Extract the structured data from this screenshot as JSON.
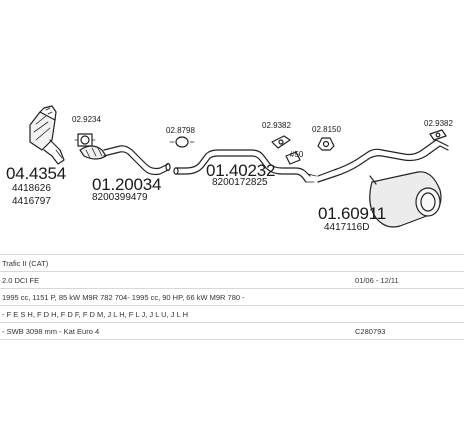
{
  "parts": {
    "p1": {
      "number": "04.4354",
      "oem": [
        "4418626",
        "4416797"
      ]
    },
    "p2": {
      "number": "01.20034",
      "oem": [
        "8200399479"
      ]
    },
    "p3": {
      "number": "01.40232",
      "oem": [
        "8200172825"
      ]
    },
    "p4": {
      "number": "01.60911",
      "oem": [
        "4417116D"
      ]
    }
  },
  "accessories": {
    "a1": "02.9234",
    "a2": "02.8798",
    "a3": "02.9382",
    "a4": "02.8150",
    "a5": "02.9382",
    "a6": "#50"
  },
  "spec_rows": [
    {
      "left": "Trafic II (CAT)",
      "right": ""
    },
    {
      "left": "2.0 DCI FE",
      "right": "01/06 - 12/11"
    },
    {
      "left": "1995 cc, 1151 P, 85 kW M9R 782 704- 1995 cc, 90 HP, 66 kW M9R 780 -",
      "right": ""
    },
    {
      "left": "- F E S H, F D H, F D F, F D M, J L H, F L J, J L U, J L H",
      "right": ""
    },
    {
      "left": "- SWB 3098 mm - Kat Euro 4",
      "right": "C280793"
    }
  ]
}
